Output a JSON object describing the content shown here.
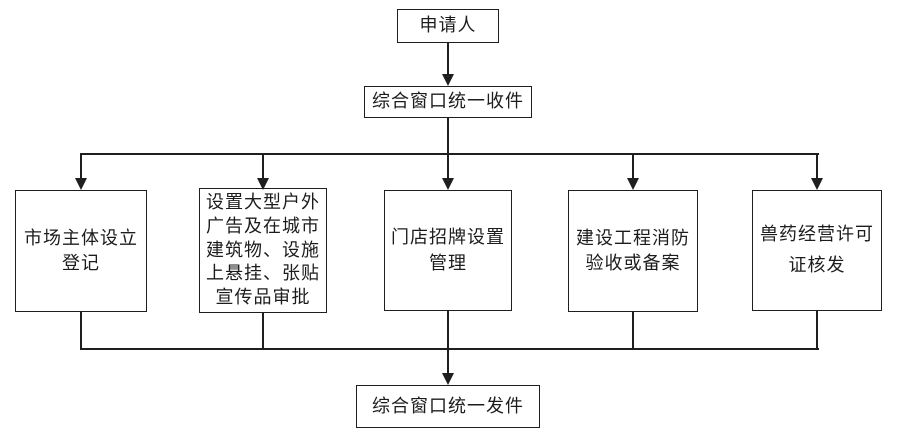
{
  "colors": {
    "ink": "#1f1f1f",
    "background": "#ffffff"
  },
  "flowchart": {
    "applicant": {
      "label": "申请人"
    },
    "intake": {
      "label": "综合窗口统一收件"
    },
    "departments": [
      {
        "label": "市场主体设立\n登记"
      },
      {
        "label": "设置大型户外\n广告及在城市\n建筑物、设施\n上悬挂、张贴\n宣传品审批"
      },
      {
        "label": "门店招牌设置\n管理"
      },
      {
        "label": "建设工程消防\n验收或备案"
      },
      {
        "label": "兽药经营许可\n证核发"
      }
    ],
    "output": {
      "label": "综合窗口统一发件"
    }
  }
}
